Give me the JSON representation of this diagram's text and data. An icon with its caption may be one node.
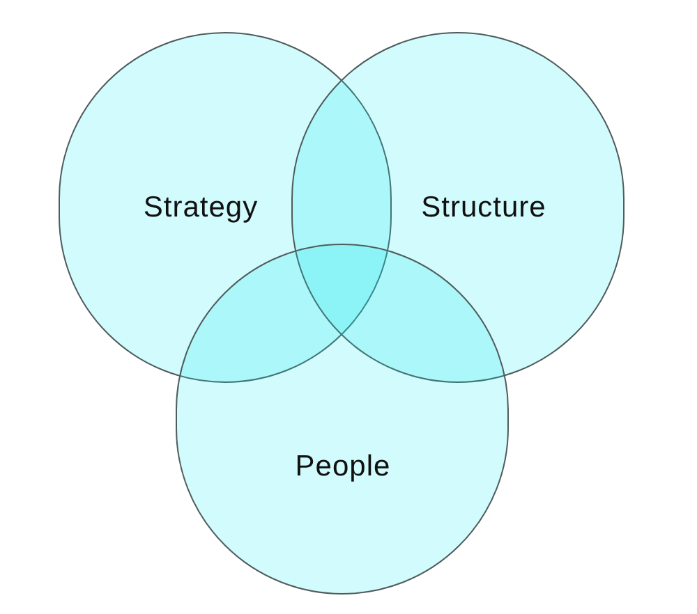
{
  "diagram": {
    "nodes": [
      {
        "text": [
          "Strategy"
        ]
      },
      {
        "text": [
          "Structure"
        ]
      },
      {
        "text": [
          "People"
        ]
      }
    ]
  }
}
